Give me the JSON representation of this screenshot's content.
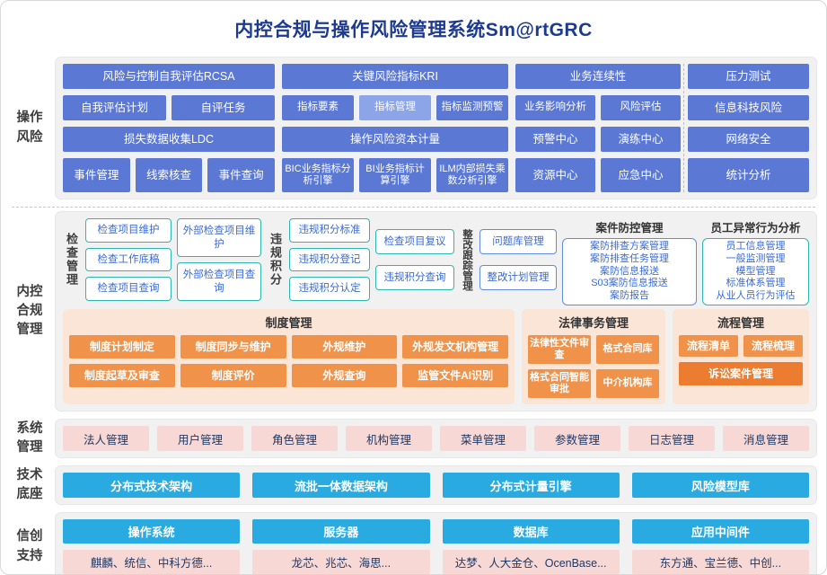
{
  "title": "内控合规与操作风险管理系统Sm@rtGRC",
  "colors": {
    "title_text": "#1c3a90",
    "module_blue": "#5b79d4",
    "module_blue_light": "#8ca4e8",
    "panel_gray": "#f1f1f2",
    "outline_teal": "#2eb7ae",
    "outline_blue": "#5f8ce2",
    "outline_text_blue": "#3a6bd8",
    "module_orange": "#f0924a",
    "module_orange_dark": "#ec7c2f",
    "panel_peach": "#fbe5d6",
    "module_pink": "#f8d8d5",
    "module_cyan": "#29abe2",
    "pink_text_navy": "#1f3864"
  },
  "op": {
    "label": "操作风险",
    "rcsa_header": "风险与控制自我评估RCSA",
    "rcsa_items": [
      "自我评估计划",
      "自评任务"
    ],
    "kri_header": "关键风险指标KRI",
    "kri_items": [
      "指标要素",
      "指标管理",
      "指标监测预警"
    ],
    "bc_header": "业务连续性",
    "bc_items": [
      "业务影响分析",
      "风险评估"
    ],
    "ldc": "损失数据收集LDC",
    "capital": "操作风险资本计量",
    "centers_row3": [
      "预警中心",
      "演练中心"
    ],
    "events": [
      "事件管理",
      "线索核查",
      "事件查询"
    ],
    "engines": [
      "BIC业务指标分析引擎",
      "BI业务指标计算引擎",
      "ILM内部损失乘数分析引擎"
    ],
    "centers_row4": [
      "资源中心",
      "应急中心"
    ],
    "right_col": [
      "压力测试",
      "信息科技风险",
      "网络安全",
      "统计分析"
    ]
  },
  "ic": {
    "label": "内控合规管理",
    "check_label": "检查管理",
    "check_items": [
      "检查项目维护",
      "检查工作底稿",
      "检查项目查询"
    ],
    "check_ext": [
      "外部检查项目维护",
      "外部检查项目查询"
    ],
    "viol_label": "违规积分",
    "viol_items": [
      "违规积分标准",
      "违规积分登记",
      "违规积分认定"
    ],
    "review_items": [
      "检查项目复议",
      "违规积分查询"
    ],
    "rect_label": "整改跟踪管理",
    "rect_items": [
      "问题库管理",
      "整改计划管理"
    ],
    "case_header": "案件防控管理",
    "case_items": [
      "案防排查方案管理",
      "案防排查任务管理",
      "案防信息报送",
      "S03案防信息报送",
      "案防报告"
    ],
    "emp_header": "员工异常行为分析",
    "emp_items": [
      "员工信息管理",
      "一般监测管理",
      "模型管理",
      "标准体系管理",
      "从业人员行为评估"
    ],
    "inst_header": "制度管理",
    "inst_row1": [
      "制度计划制定",
      "制度同步与维护",
      "外规维护",
      "外规发文机构管理"
    ],
    "inst_row2": [
      "制度起草及审查",
      "制度评价",
      "外规查询",
      "监管文件AI识别"
    ],
    "legal_header": "法律事务管理",
    "legal_items": [
      "法律性文件审查",
      "格式合同库",
      "格式合同智能审批",
      "中介机构库"
    ],
    "flow_header": "流程管理",
    "flow_items": [
      "流程清单",
      "流程梳理"
    ],
    "flow_wide": "诉讼案件管理"
  },
  "sys": {
    "label": "系统管理",
    "items": [
      "法人管理",
      "用户管理",
      "角色管理",
      "机构管理",
      "菜单管理",
      "参数管理",
      "日志管理",
      "消息管理"
    ]
  },
  "tech": {
    "label": "技术底座",
    "items": [
      "分布式技术架构",
      "流批一体数据架构",
      "分布式计量引擎",
      "风险模型库"
    ]
  },
  "xc": {
    "label": "信创支持",
    "columns": [
      {
        "header": "操作系统",
        "content": "麒麟、统信、中科方德..."
      },
      {
        "header": "服务器",
        "content": "龙芯、兆芯、海思..."
      },
      {
        "header": "数据库",
        "content": "达梦、人大金仓、OcenBase..."
      },
      {
        "header": "应用中间件",
        "content": "东方通、宝兰德、中创..."
      }
    ]
  }
}
